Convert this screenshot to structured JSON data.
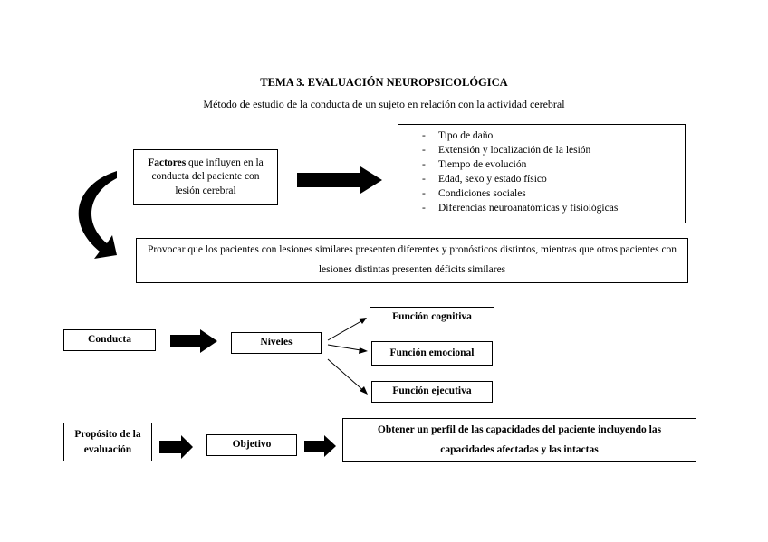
{
  "title": "TEMA 3. EVALUACIÓN NEUROPSICOLÓGICA",
  "subtitle": "Método de estudio de la conducta de un sujeto en relación con la actividad cerebral",
  "factors_box": {
    "bold": "Factores",
    "rest": " que influyen en la conducta del paciente con lesión cerebral"
  },
  "factors_list": [
    "Tipo de daño",
    "Extensión y localización de la lesión",
    "Tiempo de evolución",
    "Edad, sexo y estado físico",
    "Condiciones sociales",
    "Diferencias neuroanatómicas y fisiológicas"
  ],
  "result_box": "Provocar que los pacientes con lesiones similares presenten diferentes y pronósticos distintos, mientras que otros pacientes con lesiones distintas presenten déficits similares",
  "conducta": "Conducta",
  "niveles": "Niveles",
  "functions": [
    "Función cognitiva",
    "Función emocional",
    "Función ejecutiva"
  ],
  "proposito": "Propósito de la evaluación",
  "objetivo": "Objetivo",
  "objetivo_text": "Obtener un perfil de las capacidades del paciente incluyendo las capacidades afectadas y las intactas"
}
